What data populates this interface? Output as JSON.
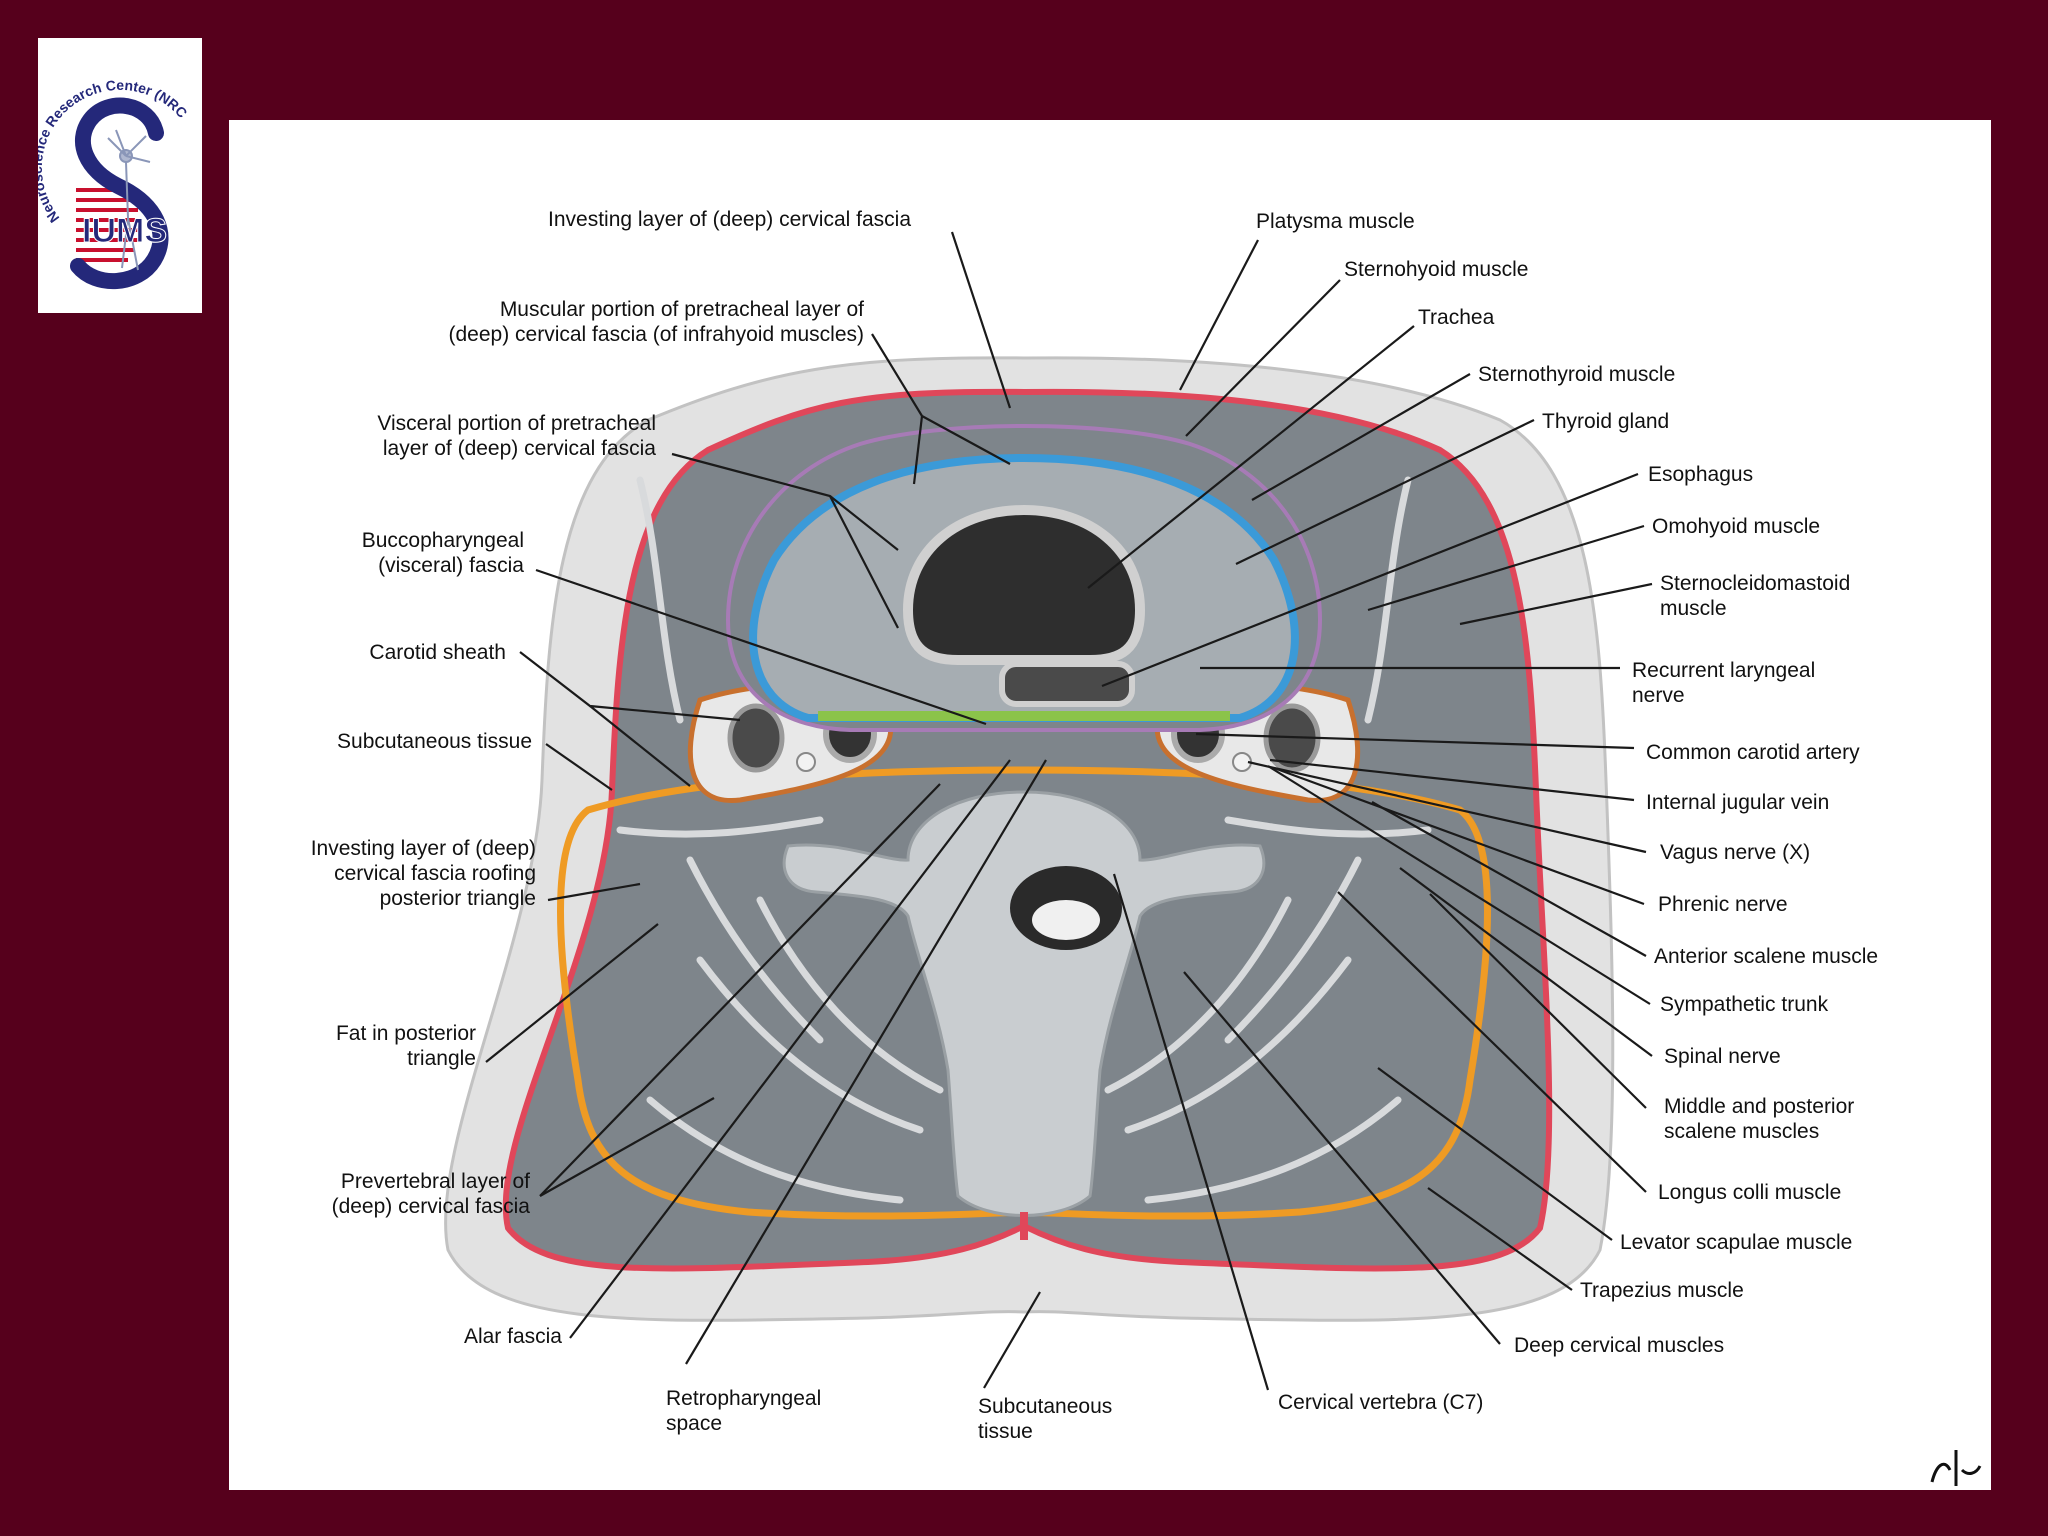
{
  "logo": {
    "arc_text": "Neuroscience Research Center (NRC)",
    "emblem_text": "IUMS",
    "colors": {
      "navy": "#24287a",
      "red": "#c8102e"
    }
  },
  "labels": {
    "investing_layer_top": "Investing layer of (deep) cervical fascia",
    "muscular_portion": [
      "Muscular portion of pretracheal layer of",
      "(deep) cervical fascia (of infrahyoid muscles)"
    ],
    "visceral_portion": [
      "Visceral portion of pretracheal",
      "layer of (deep) cervical fascia"
    ],
    "buccopharyngeal": [
      "Buccopharyngeal",
      "(visceral) fascia"
    ],
    "carotid_sheath": "Carotid sheath",
    "subcutaneous_left": "Subcutaneous tissue",
    "investing_roofing": [
      "Investing layer of (deep)",
      "cervical fascia roofing",
      "posterior triangle"
    ],
    "fat_posterior": [
      "Fat in posterior",
      "triangle"
    ],
    "prevertebral": [
      "Prevertebral layer of",
      "(deep) cervical fascia"
    ],
    "alar": "Alar fascia",
    "retropharyngeal": [
      "Retropharyngeal",
      "space"
    ],
    "subcutaneous_bottom": [
      "Subcutaneous",
      "tissue"
    ],
    "cervical_vertebra": "Cervical vertebra (C7)",
    "deep_cervical": "Deep cervical muscles",
    "trapezius": "Trapezius muscle",
    "levator": "Levator scapulae muscle",
    "longus": "Longus colli muscle",
    "middle_posterior": [
      "Middle and posterior",
      "scalene muscles"
    ],
    "spinal": "Spinal nerve",
    "sympathetic": "Sympathetic trunk",
    "anterior_scalene": "Anterior scalene muscle",
    "phrenic": "Phrenic nerve",
    "vagus": "Vagus nerve (X)",
    "internal_jugular": "Internal jugular vein",
    "common_carotid": "Common carotid artery",
    "recurrent": [
      "Recurrent laryngeal",
      "nerve"
    ],
    "sternocleido": [
      "Sternocleidomastoid",
      "muscle"
    ],
    "omohyoid": "Omohyoid muscle",
    "esophagus": "Esophagus",
    "thyroid": "Thyroid gland",
    "sternothyroid": "Sternothyroid muscle",
    "trachea": "Trachea",
    "sternohyoid": "Sternohyoid muscle",
    "platysma": "Platysma muscle"
  },
  "colors": {
    "background": "#56001c",
    "panel": "#ffffff",
    "skin": "#e2e2e2",
    "muscle": "#7e858b",
    "muscle_dark": "#6c7278",
    "investing_fascia": "#e0475a",
    "prevertebral_fascia": "#ef9b24",
    "pretracheal_fascia": "#3b9ad8",
    "carotid_sheath": "#c8702e",
    "buccopharyngeal": "#8bc34a",
    "infrahyoid_fascia": "#a77bb6",
    "bone": "#c9cdd0",
    "trachea_dark": "#2e2e2e"
  }
}
